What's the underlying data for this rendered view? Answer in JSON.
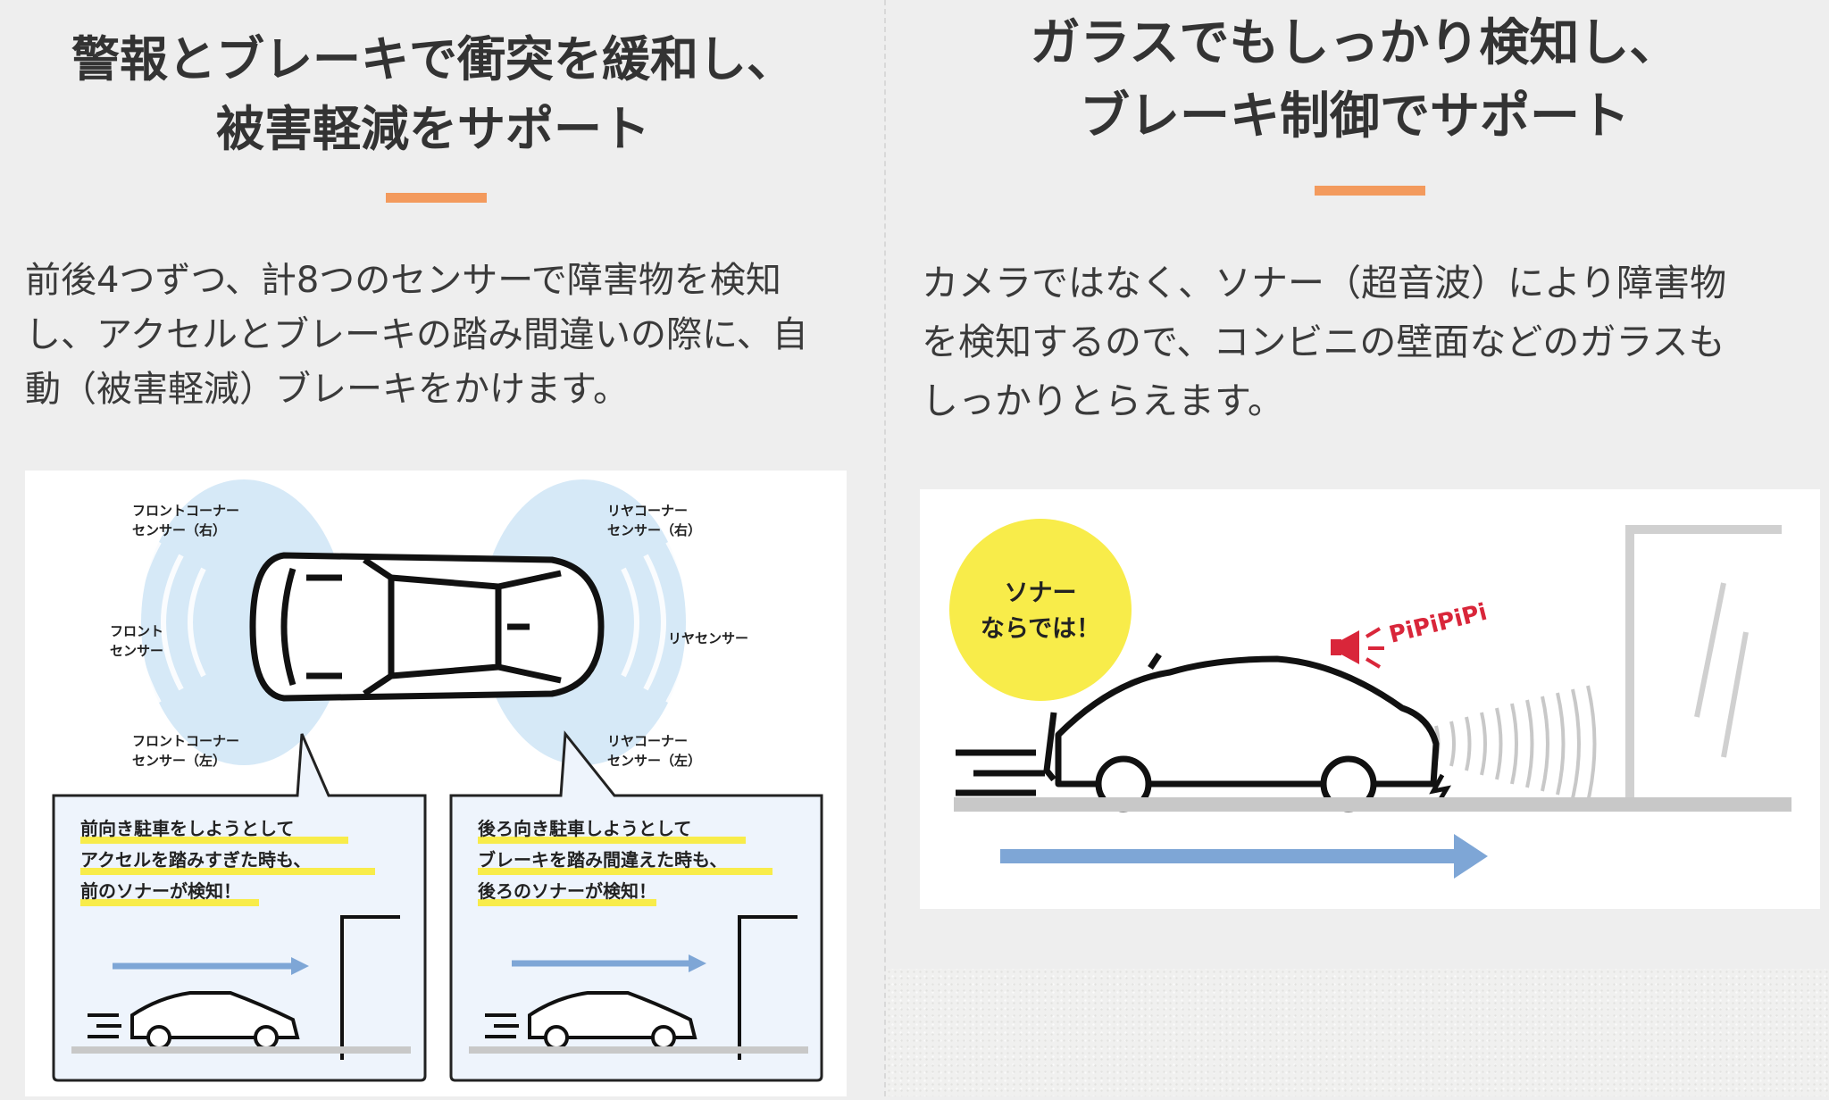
{
  "left": {
    "heading_lines": [
      "警報とブレーキで衝突を緩和し、",
      "被害軽減をサポート"
    ],
    "paragraph_lines": [
      "前後4つずつ、計8つのセンサーで障害物を検知",
      "し、アクセルとブレーキの踏み間違いの際に、自",
      "動（被害軽減）ブレーキをかけます。"
    ],
    "diagram": {
      "sensor_labels": {
        "front_corner_right": [
          "フロントコーナー",
          "センサー（右）"
        ],
        "front": [
          "フロント",
          "センサー"
        ],
        "front_corner_left": [
          "フロントコーナー",
          "センサー（左）"
        ],
        "rear_corner_right": [
          "リヤコーナー",
          "センサー（右）"
        ],
        "rear": [
          "リヤセンサー"
        ],
        "rear_corner_left": [
          "リヤコーナー",
          "センサー（左）"
        ]
      },
      "callouts": [
        {
          "lines": [
            "前向き駐車をしようとして",
            "アクセルを踏みすぎた時も、",
            "前のソナーが検知！"
          ]
        },
        {
          "lines": [
            "後ろ向き駐車しようとして",
            "ブレーキを踏み間違えた時も、",
            "後ろのソナーが検知！"
          ]
        }
      ]
    }
  },
  "right": {
    "heading_lines": [
      "ガラスでもしっかり検知し、",
      "ブレーキ制御でサポート"
    ],
    "paragraph_lines": [
      "カメラではなく、ソナー（超音波）により障害物",
      "を検知するので、コンビニの壁面などのガラスも",
      "しっかりとらえます。"
    ],
    "illustration": {
      "badge_lines": [
        "ソナー",
        "ならでは！"
      ],
      "alert_text": "PiPiPiPi",
      "icons": [
        "megaphone-icon",
        "car-icon",
        "glass-wall-icon",
        "direction-arrow-icon"
      ]
    }
  },
  "colors": {
    "background": "#eeeeee",
    "accent": "#f39a5d",
    "arrow_blue": "#7ea6d6",
    "sonar_blue": "#d6e9f7",
    "badge_yellow": "#f8ec4a",
    "alert_red": "#d9263a"
  }
}
